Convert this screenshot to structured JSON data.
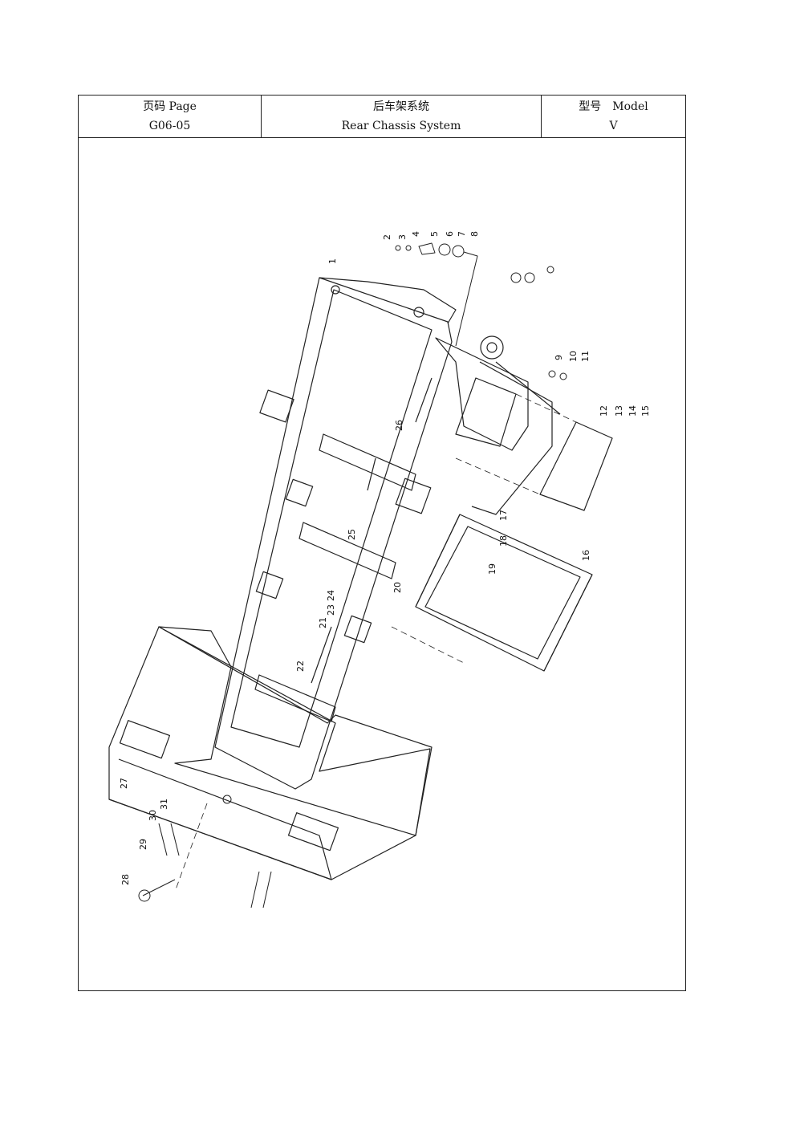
{
  "header": {
    "page_label": "页码 Page",
    "page_number": "G06-05",
    "title_cn": "后车架系统",
    "title_en": "Rear Chassis System",
    "model_label": "型号　Model",
    "model_value": "V"
  },
  "callouts": [
    "1",
    "2",
    "3",
    "4",
    "5",
    "6",
    "7",
    "8",
    "9",
    "10",
    "11",
    "12",
    "13",
    "14",
    "15",
    "16",
    "17",
    "18",
    "19",
    "20",
    "21",
    "22",
    "23",
    "24",
    "25",
    "26",
    "27",
    "28",
    "29",
    "30",
    "31"
  ]
}
